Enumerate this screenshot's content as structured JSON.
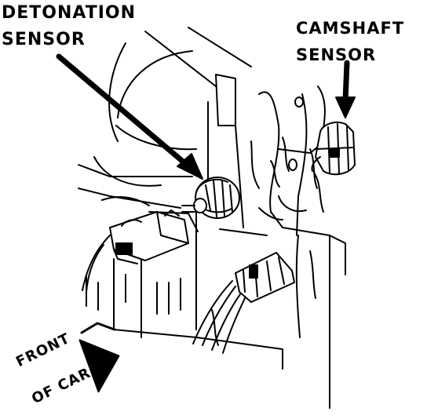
{
  "labels": {
    "detonation_sensor": {
      "line1": "DETONATION",
      "line2": "SENSOR"
    },
    "camshaft_sensor": {
      "line1": "CAMSHAFT",
      "line2": "SENSOR"
    },
    "front_of_car": {
      "line1": "FRONT",
      "line2": "OF CAR"
    }
  },
  "colors": {
    "ink": "#000000",
    "paper": "#ffffff"
  },
  "icons": {
    "pointer": "arrow-icon",
    "direction": "front-arrow-icon"
  }
}
